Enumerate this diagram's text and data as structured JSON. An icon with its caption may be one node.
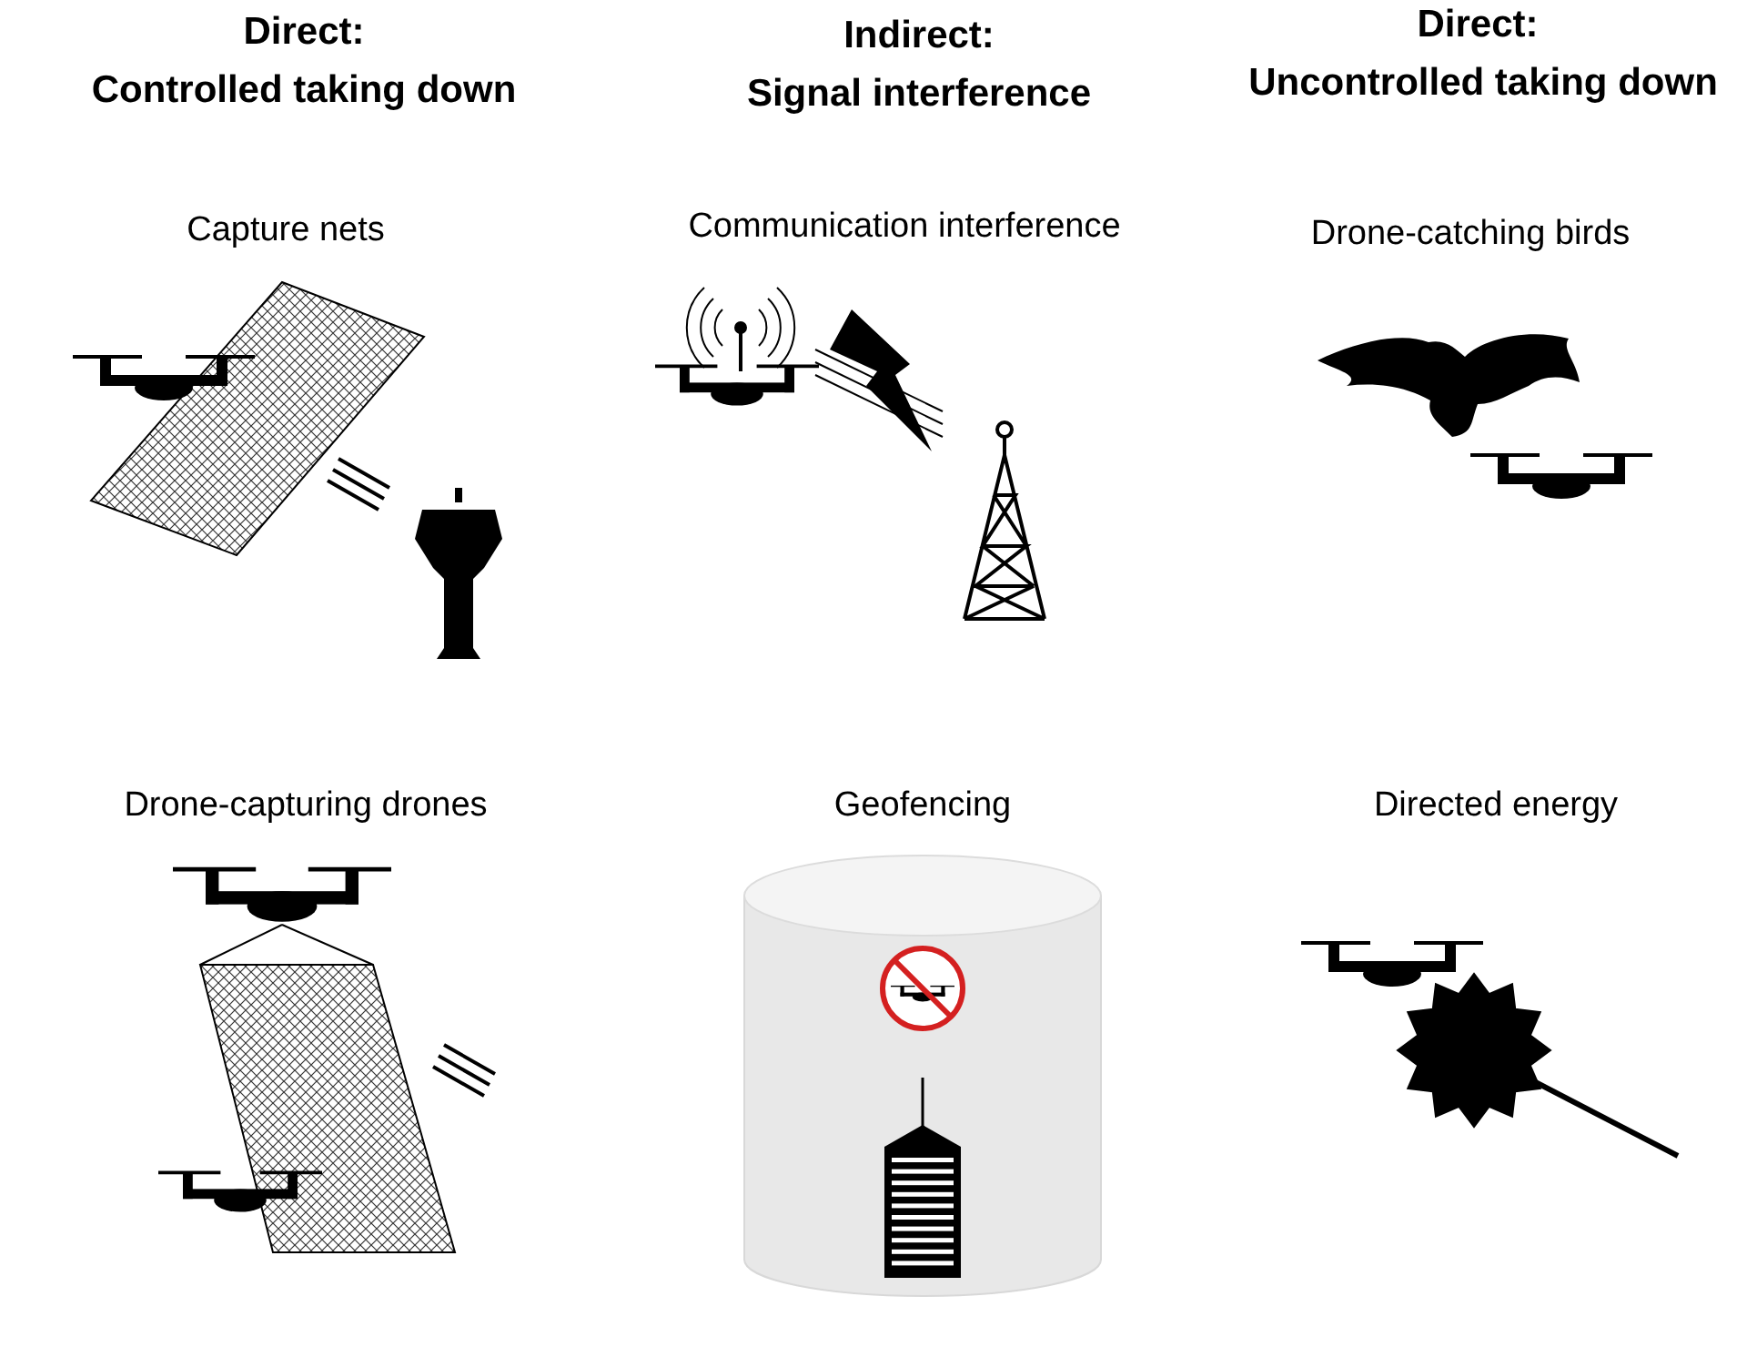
{
  "diagram": {
    "labels": [
      "Direct:",
      "Controlled taking down",
      "Indirect:",
      "Signal interference",
      "Direct:",
      "Uncontrolled taking down",
      "Capture nets",
      "Communication interference",
      "Drone-catching birds",
      "Drone-capturing drones",
      "Geofencing",
      "Directed energy"
    ]
  }
}
